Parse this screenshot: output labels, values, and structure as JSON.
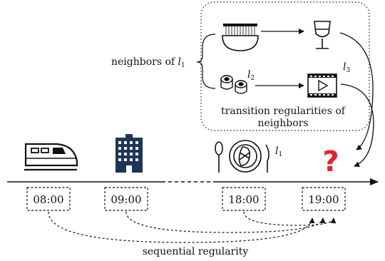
{
  "diagram": {
    "neighbors_label": {
      "text": "neighbors of ",
      "var": "l",
      "sub": "1"
    },
    "l2_label": {
      "var": "l",
      "sub": "2"
    },
    "l3_label": {
      "var": "l",
      "sub": "3"
    },
    "l1_label": {
      "var": "l",
      "sub": "1"
    },
    "transition_label": {
      "line1": "transition regularities of",
      "line2": "neighbors"
    },
    "unknown_mark": "?",
    "times": [
      "08:00",
      "09:00",
      "18:00",
      "19:00"
    ],
    "sequential_label": "sequential regularity",
    "colors": {
      "ink": "#111111",
      "unknown": "#e8202a",
      "building": "#1d3557"
    },
    "icons": [
      "train-icon",
      "building-icon",
      "dining-plate-icon",
      "noodle-bowl-icon",
      "wine-glass-icon",
      "sushi-icon",
      "video-player-icon",
      "question-mark-icon"
    ]
  }
}
